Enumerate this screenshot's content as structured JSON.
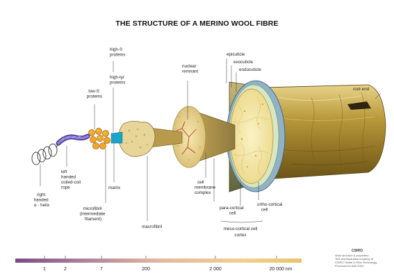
{
  "title": "THE STRUCTURE OF A MERINO WOOL FIBRE",
  "labels": {
    "right_handed_helix": [
      "right",
      "handed",
      "α - helix"
    ],
    "left_handed_coil": [
      "left",
      "handed",
      "coiled-coil",
      "rope"
    ],
    "low_s_proteins": [
      "low-S",
      "proteins"
    ],
    "high_s_proteins": [
      "high-S",
      "proteins"
    ],
    "high_tyr_proteins": [
      "high-tyr",
      "proteins"
    ],
    "microfibril": [
      "microfibril",
      "(intermediate",
      "filament)"
    ],
    "matrix": "matrix",
    "macrofibril": "macrofibril",
    "nuclear_remnant": [
      "nuclear",
      "remnant"
    ],
    "cell_membrane_complex": [
      "cell",
      "membrane",
      "complex"
    ],
    "para_cortical_cell": [
      "para-cortical",
      "cell"
    ],
    "ortho_cortical_cell": [
      "ortho-cortical",
      "cell"
    ],
    "meso_cortical_cell": "meso-cortical cell",
    "cortex": "cortex",
    "epicuticle": "epicuticle",
    "exocuticle": "exocuticle",
    "endocuticle": "endocuticle",
    "root_end": "root end"
  },
  "scale": {
    "ticks": [
      "1",
      "2",
      "7",
      "200",
      "2 000",
      "20 000 nm"
    ]
  },
  "footnote": {
    "logo": "CSIRO",
    "lines": [
      "Wool structure & properties",
      "Text and illustration courtesy of",
      "CSIRO Textile & Fibre Technology",
      "Produced for AWI 2004"
    ]
  },
  "colors": {
    "fibre_gold": "#c8a84c",
    "cortex_cream": "#f2e49e",
    "cuticle_blue": "#8fb2c6",
    "helix_purple": "#7b68c8",
    "matrix_cyan": "#1ca4c8",
    "remnant_red": "#c23a1a",
    "scale_start": "#7a4a88",
    "scale_end": "#e8c46a"
  }
}
